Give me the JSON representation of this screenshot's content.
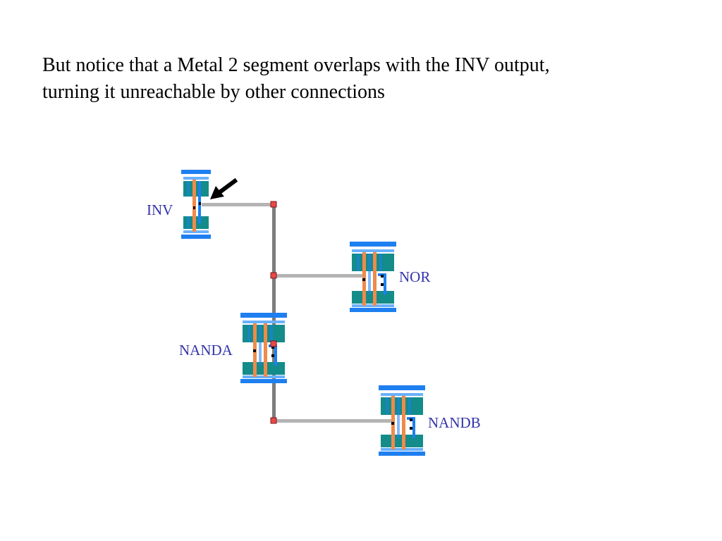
{
  "slide": {
    "lines": [
      "But notice that a Metal 2 segment overlaps with the INV output,",
      "turning it unreachable by other connections"
    ]
  },
  "cells": {
    "inv": "INV",
    "nor": "NOR",
    "nanda": "NANDA",
    "nandb": "NANDB"
  },
  "colors": {
    "label": "#3333aa",
    "rail": "#1e7ff0",
    "diffusion": "#138c8a",
    "poly": "#f08a4a",
    "metal1": "#6ab0ff",
    "metal2_trunk": "#7c7c7c",
    "metal2_branch": "#b4b4b4",
    "via": "#e84848",
    "arrow": "#000000"
  }
}
